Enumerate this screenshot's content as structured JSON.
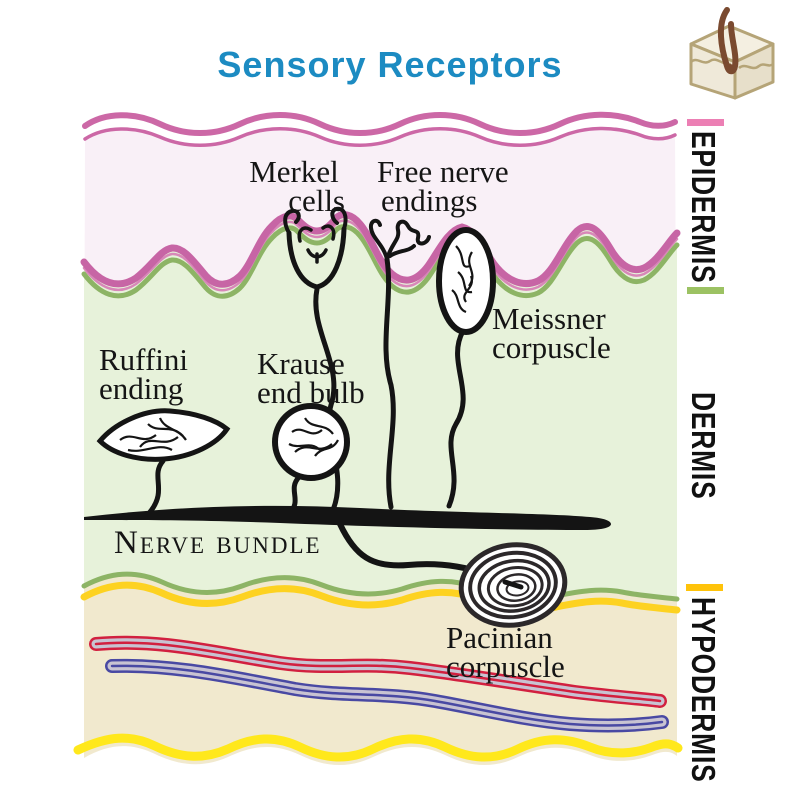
{
  "title": "Sensory Receptors",
  "corner_icon": "skin-block-with-hair",
  "layer_labels": {
    "epidermis": "EPIDERMIS",
    "dermis": "DERMIS",
    "hypodermis": "HYPODERMIS"
  },
  "receptor_labels": {
    "merkel": {
      "line1": "Merkel",
      "line2": "cells"
    },
    "free_nerve": {
      "line1": "Free nerve",
      "line2": "endings"
    },
    "meissner": {
      "line1": "Meissner",
      "line2": "corpuscle"
    },
    "ruffini": {
      "line1": "Ruffini",
      "line2": "ending"
    },
    "krause": {
      "line1": "Krause",
      "line2": "end bulb"
    },
    "nerve_bundle": {
      "line1": "Nerve bundle"
    },
    "pacinian": {
      "line1": "Pacinian",
      "line2": "corpuscle"
    }
  },
  "colors": {
    "title_blue": "#1c8bc2",
    "epidermis_fill": "#f9f0f7",
    "dermis_fill": "#e7f2da",
    "hypodermis_fill": "#f1e9ce",
    "pink_wave": "#cc68a6",
    "pink_bar": "#ec7fb4",
    "green_line": "#8db465",
    "green_bar": "#9cc263",
    "gold_line": "#fdd221",
    "yellow_bar": "#ffc30a",
    "bottom_yellow": "#ffe81c",
    "vessel_red": "#d2203f",
    "vessel_blue": "#4949a3",
    "vessel_gray": "#c8c3d2",
    "ink_black": "#141414",
    "icon_tan": "#b5a477",
    "icon_hair_brown": "#7a4a30"
  }
}
